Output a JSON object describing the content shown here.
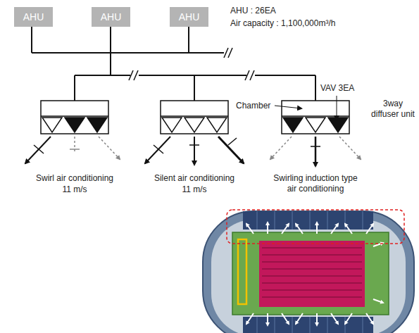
{
  "diagram": {
    "nodes": [
      {
        "text": [
          "AHU"
        ]
      },
      {
        "text": [
          "AHU"
        ]
      },
      {
        "text": [
          "AHU"
        ]
      }
    ],
    "labels": [
      "AHU : 26EA",
      "Air capacity : 1,100,000m³/h",
      "Chamber",
      "VAV 3EA",
      "3way diffuser unit",
      "Swirl air conditioning",
      "11 m/s",
      "Silent air conditioning",
      "11 m/s",
      "Swirling induction type air conditioning"
    ]
  }
}
